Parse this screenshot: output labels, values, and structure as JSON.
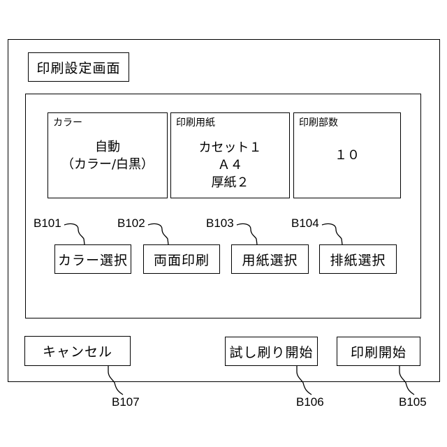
{
  "screen": {
    "title": "印刷設定画面"
  },
  "info_panels": {
    "color": {
      "label": "カラー",
      "values": [
        "自動",
        "（カラー/白黒）"
      ]
    },
    "paper": {
      "label": "印刷用紙",
      "values": [
        "カセット１",
        "Ａ４",
        "厚紙２"
      ]
    },
    "copies": {
      "label": "印刷部数",
      "values": [
        "１０"
      ]
    }
  },
  "buttons": {
    "color_select": "カラー選択",
    "duplex": "両面印刷",
    "paper_select": "用紙選択",
    "output_select": "排紙選択",
    "cancel": "キャンセル",
    "test_print": "試し刷り開始",
    "print_start": "印刷開始"
  },
  "refs": {
    "b101": "B101",
    "b102": "B102",
    "b103": "B103",
    "b104": "B104",
    "b105": "B105",
    "b106": "B106",
    "b107": "B107"
  }
}
